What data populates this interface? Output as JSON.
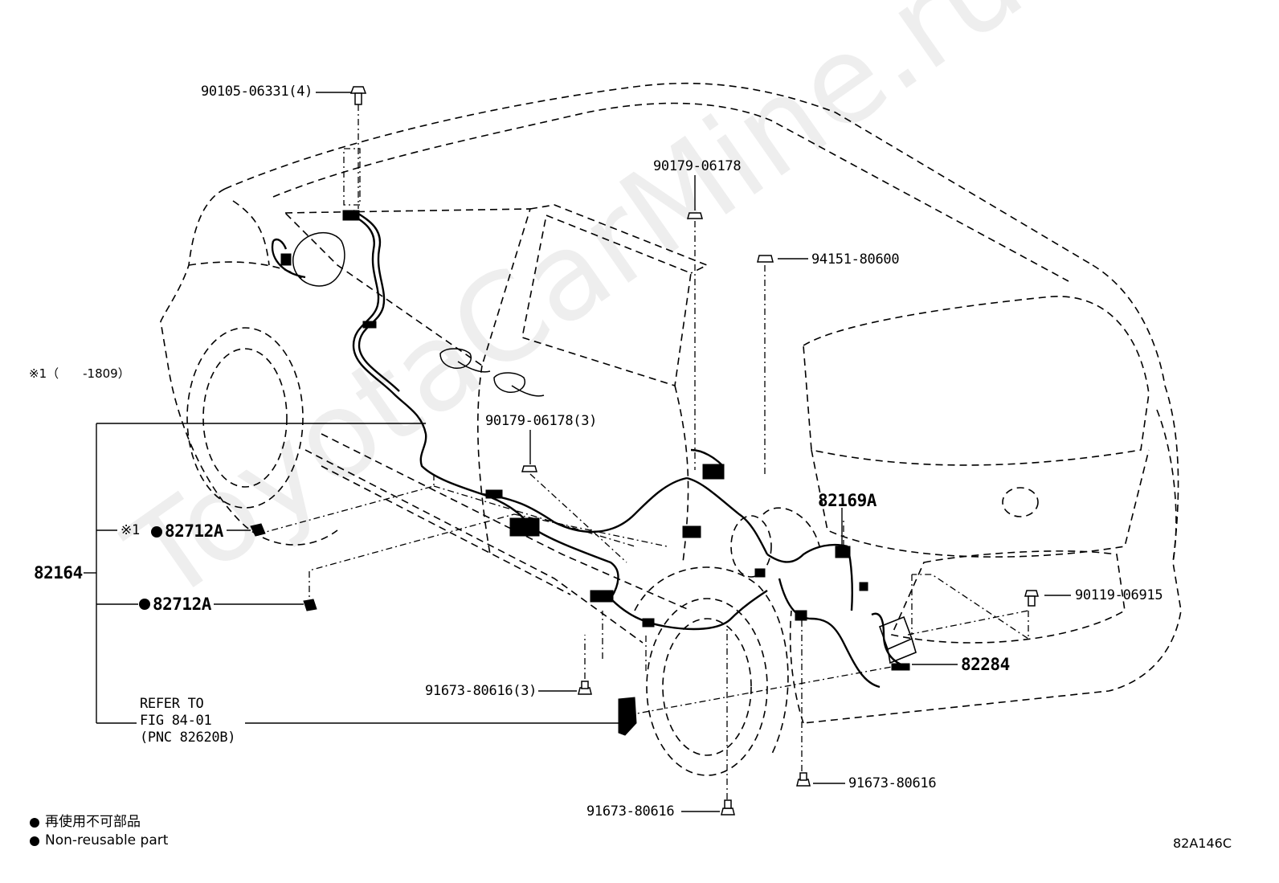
{
  "watermark": "ToyotaCarMine.ru",
  "diagram_code": "82A146C",
  "range_note": "※1（　　-1809）",
  "callouts": {
    "bolt_top": "90105-06331(4)",
    "clip_top": "90179-06178",
    "nut_right": "94151-80600",
    "clip_mid": "90179-06178(3)",
    "wire_rear": "82169A",
    "bolt_right": "90119-06915",
    "harness_main": "82164",
    "clamp_a_star": "※1",
    "clamp_a1": "82712A",
    "clamp_a2": "82712A",
    "bolt_bottom_left": "91673-80616(3)",
    "battery_cable": "82284",
    "bolt_bottom_right": "91673-80616",
    "bolt_bottom_center": "91673-80616",
    "refer_line1": "REFER TO",
    "refer_line2": "FIG 84-01",
    "refer_line3": "(PNC 82620B)"
  },
  "legend": {
    "jp": "再使用不可部品",
    "en": "Non-reusable part"
  }
}
